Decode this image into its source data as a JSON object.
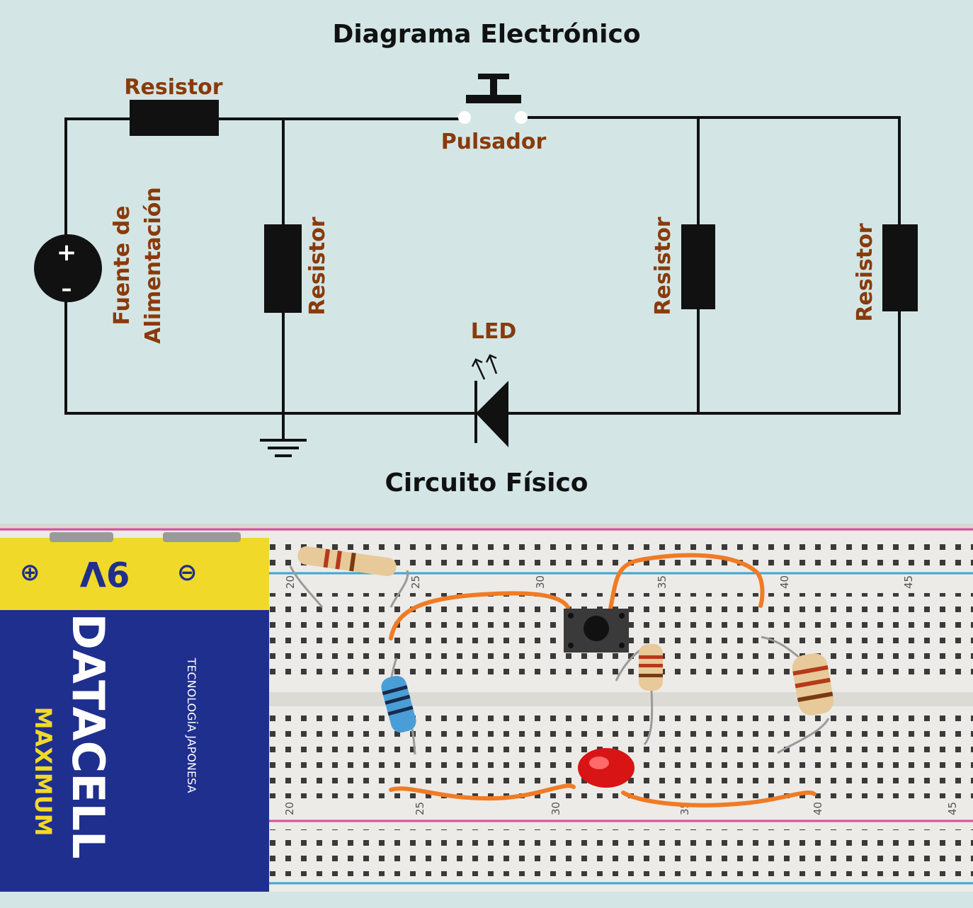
{
  "diagram": {
    "title": "Diagrama Electrónico",
    "labels": {
      "resistor_top": "Resistor",
      "pulsador": "Pulsador",
      "fuente_line1": "Fuente de",
      "fuente_line2": "Alimentación",
      "resistor_mid_left": "Resistor",
      "resistor_mid_right": "Resistor",
      "resistor_far_right": "Resistor",
      "led": "LED",
      "source_plus": "+",
      "source_minus": "–"
    },
    "colors": {
      "label": "#8a3a0a",
      "wire": "#111111",
      "background": "#d3e6e5"
    }
  },
  "photo": {
    "title": "Circuito Físico",
    "battery": {
      "voltage": "9V",
      "brand": "DATACELL",
      "sub_brand": "MAXIMUM",
      "tagline": "TECNOLOGÍA JAPONESA",
      "plus_symbol": "⊕",
      "minus_symbol": "⊖"
    },
    "breadboard_numbers_top": [
      "20",
      "25",
      "30",
      "35",
      "40",
      "45"
    ],
    "breadboard_numbers_bottom": [
      "20",
      "25",
      "30",
      "35",
      "40",
      "45"
    ]
  }
}
